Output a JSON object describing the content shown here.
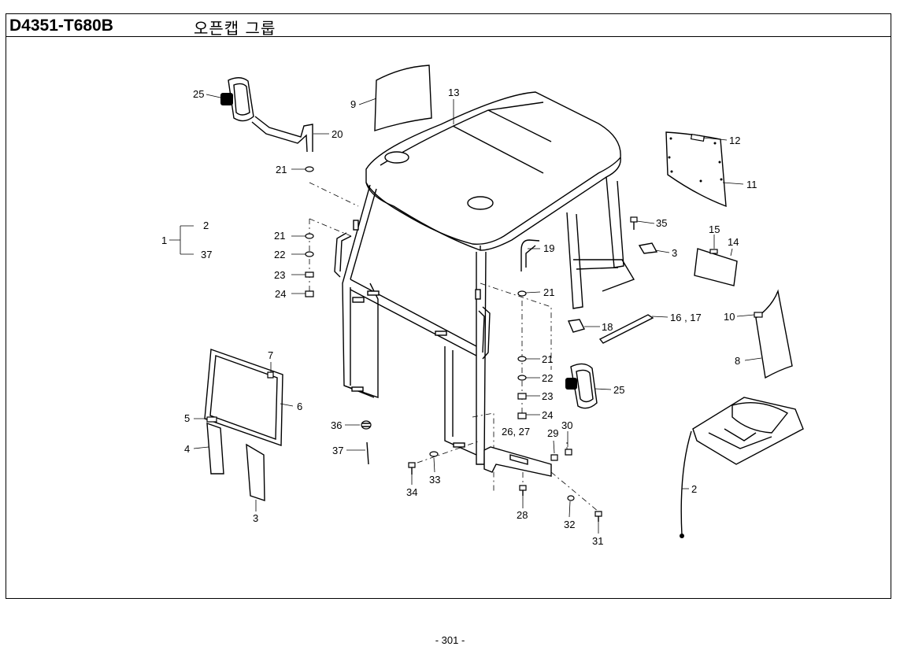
{
  "header": {
    "model_code": "D4351-T680B",
    "group_title": "오픈캡   그룹"
  },
  "footer": {
    "page_number": "- 301 -"
  },
  "callouts": {
    "c1": "1",
    "c2_top": "2",
    "c37_top": "37",
    "c2": "2",
    "c3a": "3",
    "c3b": "3",
    "c4": "4",
    "c5": "5",
    "c6": "6",
    "c7": "7",
    "c8": "8",
    "c9": "9",
    "c10": "10",
    "c11": "11",
    "c12": "12",
    "c13": "13",
    "c14": "14",
    "c15": "15",
    "c16_17": "16 , 17",
    "c18": "18",
    "c19": "19",
    "c20": "20",
    "c21a": "21",
    "c21b": "21",
    "c21c": "21",
    "c21d": "21",
    "c22a": "22",
    "c22b": "22",
    "c23a": "23",
    "c23b": "23",
    "c24a": "24",
    "c24b": "24",
    "c25a": "25",
    "c25b": "25",
    "c26_27": "26, 27",
    "c28": "28",
    "c29": "29",
    "c30": "30",
    "c31": "31",
    "c32": "32",
    "c33": "33",
    "c34": "34",
    "c35": "35",
    "c36": "36",
    "c37": "37"
  }
}
